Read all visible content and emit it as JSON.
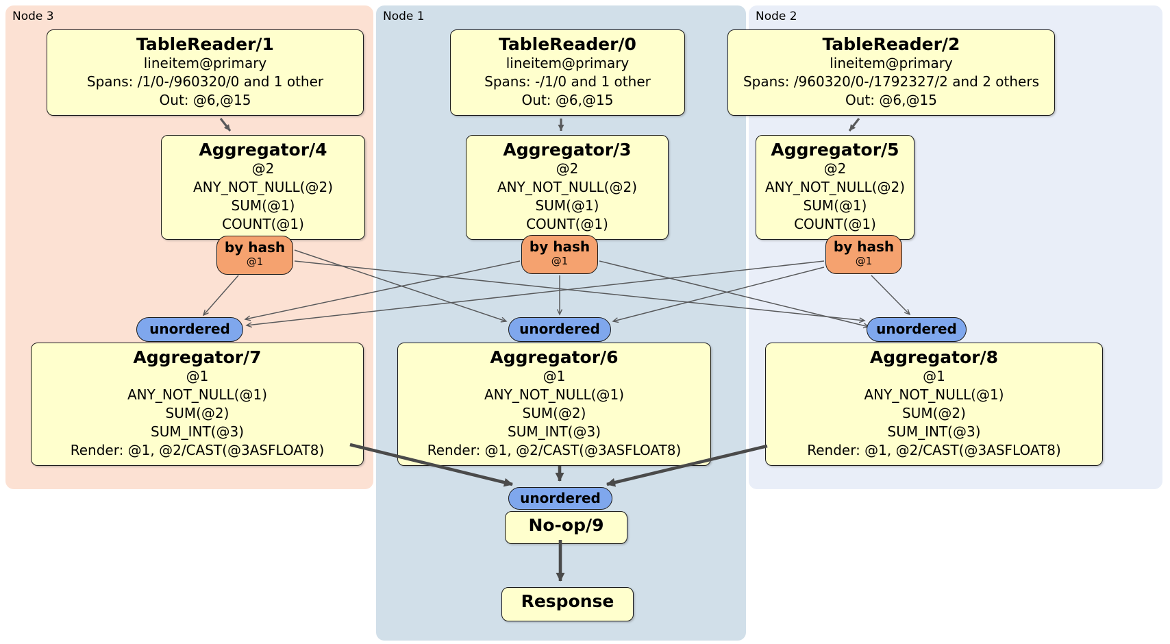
{
  "colors": {
    "page-bg": "#ffffff",
    "node3-bg": "#fce1d3",
    "node1-bg": "#d1dfe9",
    "node2-bg": "#e9eef8",
    "box-bg": "#ffffcd",
    "box-border": "#1a1a1a",
    "router-bg": "#f5a26f",
    "stream-bg": "#7fa7ed",
    "edge": "#58595b",
    "edge-thick": "#4a4a4a",
    "text": "#000000"
  },
  "panels": {
    "node3": {
      "label": "Node 3"
    },
    "node1": {
      "label": "Node 1"
    },
    "node2": {
      "label": "Node 2"
    }
  },
  "processors": {
    "tr1": {
      "title": "TableReader/1",
      "lines": [
        "lineitem@primary",
        "Spans: /1/0-/960320/0 and 1 other",
        "Out: @6,@15"
      ]
    },
    "agg4": {
      "title": "Aggregator/4",
      "lines": [
        "@2",
        "ANY_NOT_NULL(@2)",
        "SUM(@1)",
        "COUNT(@1)"
      ]
    },
    "tr0": {
      "title": "TableReader/0",
      "lines": [
        "lineitem@primary",
        "Spans: -/1/0 and 1 other",
        "Out: @6,@15"
      ]
    },
    "agg3": {
      "title": "Aggregator/3",
      "lines": [
        "@2",
        "ANY_NOT_NULL(@2)",
        "SUM(@1)",
        "COUNT(@1)"
      ]
    },
    "tr2": {
      "title": "TableReader/2",
      "lines": [
        "lineitem@primary",
        "Spans: /960320/0-/1792327/2 and 2 others",
        "Out: @6,@15"
      ]
    },
    "agg5": {
      "title": "Aggregator/5",
      "lines": [
        "@2",
        "ANY_NOT_NULL(@2)",
        "SUM(@1)",
        "COUNT(@1)"
      ]
    },
    "agg7": {
      "title": "Aggregator/7",
      "lines": [
        "@1",
        "ANY_NOT_NULL(@1)",
        "SUM(@2)",
        "SUM_INT(@3)",
        "Render: @1, @2/CAST(@3ASFLOAT8)"
      ]
    },
    "agg6": {
      "title": "Aggregator/6",
      "lines": [
        "@1",
        "ANY_NOT_NULL(@1)",
        "SUM(@2)",
        "SUM_INT(@3)",
        "Render: @1, @2/CAST(@3ASFLOAT8)"
      ]
    },
    "agg8": {
      "title": "Aggregator/8",
      "lines": [
        "@1",
        "ANY_NOT_NULL(@1)",
        "SUM(@2)",
        "SUM_INT(@3)",
        "Render: @1, @2/CAST(@3ASFLOAT8)"
      ]
    },
    "noop": {
      "title": "No-op/9"
    },
    "response": {
      "title": "Response"
    }
  },
  "routers": {
    "r3": {
      "label": "by hash",
      "key": "@1"
    },
    "r1": {
      "label": "by hash",
      "key": "@1"
    },
    "r2": {
      "label": "by hash",
      "key": "@1"
    }
  },
  "streams": {
    "s3": {
      "label": "unordered"
    },
    "s1": {
      "label": "unordered"
    },
    "s2": {
      "label": "unordered"
    },
    "sbottom": {
      "label": "unordered"
    }
  }
}
